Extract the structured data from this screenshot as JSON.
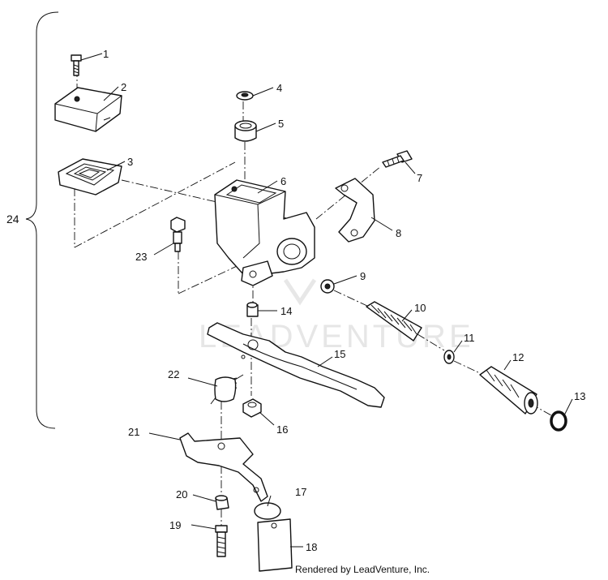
{
  "diagram": {
    "assembly_label": "24",
    "watermark_text": "LEADVENTURE",
    "credit": "Rendered by LeadVenture, Inc.",
    "callouts": [
      {
        "id": "1",
        "label": "1"
      },
      {
        "id": "2",
        "label": "2"
      },
      {
        "id": "3",
        "label": "3"
      },
      {
        "id": "4",
        "label": "4"
      },
      {
        "id": "5",
        "label": "5"
      },
      {
        "id": "6",
        "label": "6"
      },
      {
        "id": "7",
        "label": "7"
      },
      {
        "id": "8",
        "label": "8"
      },
      {
        "id": "9",
        "label": "9"
      },
      {
        "id": "10",
        "label": "10"
      },
      {
        "id": "11",
        "label": "11"
      },
      {
        "id": "12",
        "label": "12"
      },
      {
        "id": "13",
        "label": "13"
      },
      {
        "id": "14",
        "label": "14"
      },
      {
        "id": "15",
        "label": "15"
      },
      {
        "id": "16",
        "label": "16"
      },
      {
        "id": "17",
        "label": "17"
      },
      {
        "id": "18",
        "label": "18"
      },
      {
        "id": "19",
        "label": "19"
      },
      {
        "id": "20",
        "label": "20"
      },
      {
        "id": "21",
        "label": "21"
      },
      {
        "id": "22",
        "label": "22"
      },
      {
        "id": "23",
        "label": "23"
      }
    ]
  }
}
